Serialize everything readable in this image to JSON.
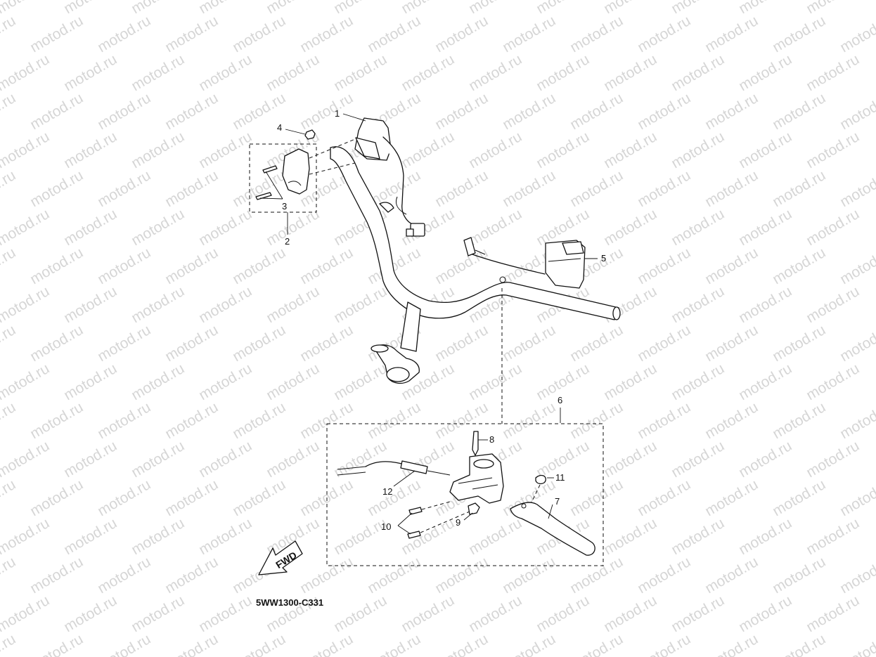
{
  "watermark": {
    "text": "motod.ru"
  },
  "diagram_code": "5WW1300-C331",
  "fwd_label": "FWD",
  "callouts": {
    "c1": "1",
    "c2": "2",
    "c3": "3",
    "c4": "4",
    "c5": "5",
    "c6": "6",
    "c7": "7",
    "c8": "8",
    "c9": "9",
    "c10": "10",
    "c11": "11",
    "c12": "12"
  }
}
